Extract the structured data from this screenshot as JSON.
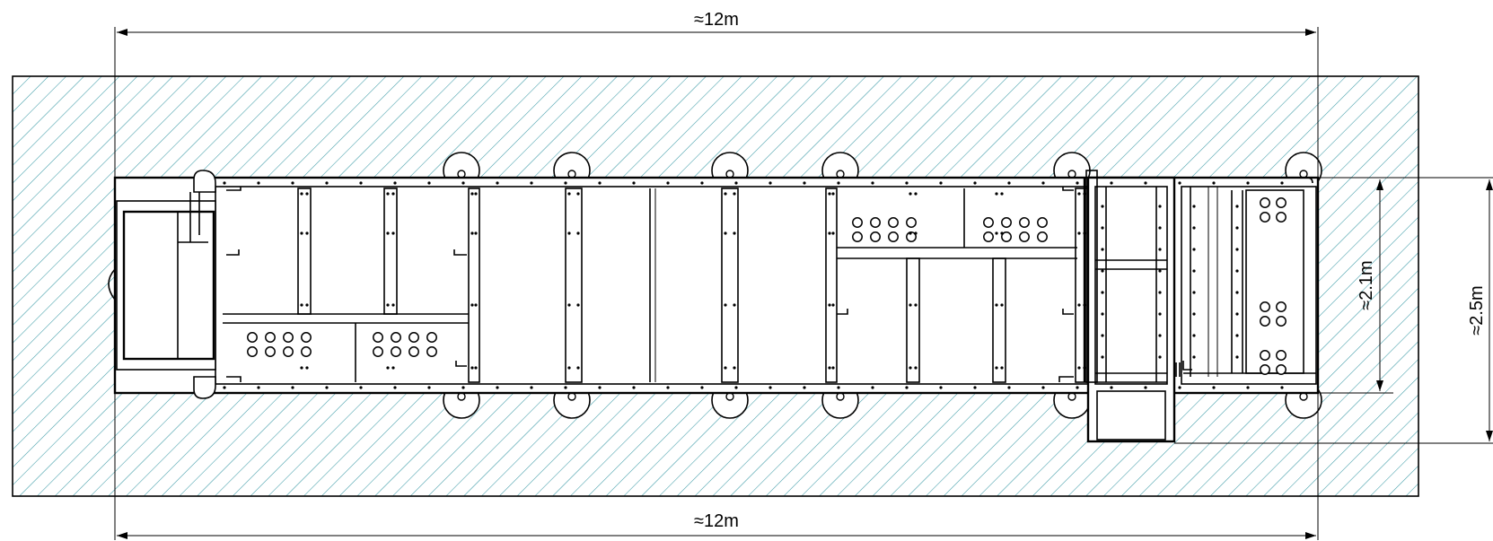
{
  "diagram": {
    "background": "#ffffff",
    "hatch_color": "#3c9aa6",
    "line_color": "#000000",
    "dimensions": {
      "top_length": "≈12m",
      "bottom_length": "≈12m",
      "inner_width": "≈2.1m",
      "outer_width": "≈2.5m"
    }
  }
}
